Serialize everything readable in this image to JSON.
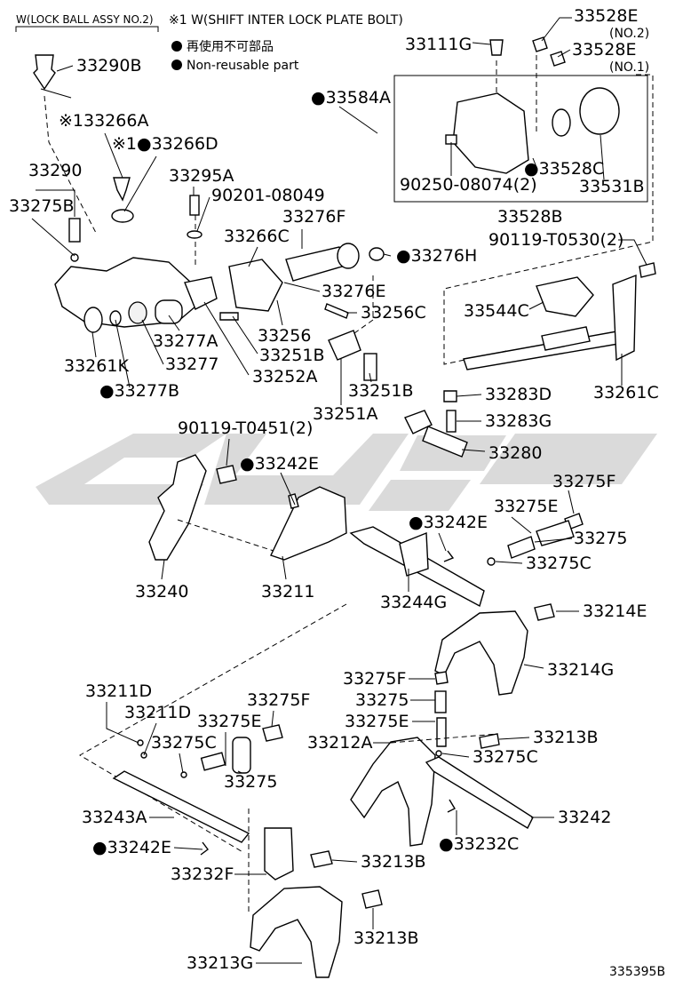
{
  "header": {
    "lock_ball_note": "W(LOCK BALL ASSY NO.2)",
    "interlock_note": "※1 W(SHIFT INTER LOCK PLATE BOLT)",
    "legend_jp": "再使用不可部品",
    "legend_en": "Non-reusable part"
  },
  "labels": {
    "p33290B": "33290B",
    "p33266A": "※133266A",
    "p33266D": "※1●33266D",
    "p33290": "33290",
    "p33275B": "33275B",
    "p33295A": "33295A",
    "p90201": "90201-08049",
    "p33266C": "33266C",
    "p33276F": "33276F",
    "p33276H": "●33276H",
    "p33276E": "33276E",
    "p33256C": "33256C",
    "p33277A": "33277A",
    "p33256": "33256",
    "p33277": "33277",
    "p33251B_1": "33251B",
    "p33261K": "33261K",
    "p33252A": "33252A",
    "p33277B": "●33277B",
    "p33251B_2": "33251B",
    "p33251A": "33251A",
    "p33111G": "33111G",
    "p33528E_2": "33528E",
    "p33528E_2_no": "(NO.2)",
    "p33528E_1": "33528E",
    "p33528E_1_no": "(NO.1)",
    "p33584A": "●33584A",
    "p90250": "90250-08074(2)",
    "p33528C": "●33528C",
    "p33531B": "33531B",
    "p33528B": "33528B",
    "p90119_T0530": "90119-T0530(2)",
    "p33544C": "33544C",
    "p33261C": "33261C",
    "p33283D": "33283D",
    "p33283G": "33283G",
    "p33280": "33280",
    "p90119_T0451": "90119-T0451(2)",
    "p33242E_a": "●33242E",
    "p33275F_a": "33275F",
    "p33275E_a": "33275E",
    "p33242E_b": "●33242E",
    "p33275_a": "33275",
    "p33275C_a": "33275C",
    "p33240": "33240",
    "p33211": "33211",
    "p33244G": "33244G",
    "p33214E": "33214E",
    "p33214G": "33214G",
    "p33275F_b": "33275F",
    "p33275_b": "33275",
    "p33275E_b": "33275E",
    "p33211D_a": "33211D",
    "p33211D_b": "33211D",
    "p33275F_c": "33275F",
    "p33275E_c": "33275E",
    "p33275C_b": "33275C",
    "p33212A": "33212A",
    "p33213B_a": "33213B",
    "p33275C_c": "33275C",
    "p33275_c": "33275",
    "p33243A": "33243A",
    "p33242": "33242",
    "p33242E_c": "●33242E",
    "p33232C": "●33232C",
    "p33232F": "33232F",
    "p33213B_b": "33213B",
    "p33213B_c": "33213B",
    "p33213G": "33213G"
  },
  "figure_id": "335395B",
  "colors": {
    "ink": "#000000",
    "watermark": "#d4d4d4"
  }
}
